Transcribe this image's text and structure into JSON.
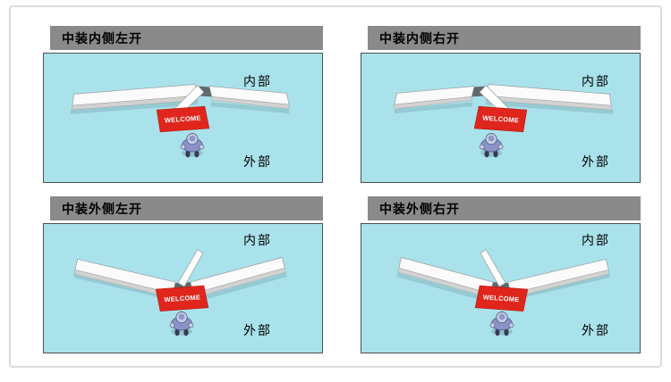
{
  "colors": {
    "frame_border": "#dcdcdc",
    "header_bg": "#8a8a8a",
    "header_text": "#000000",
    "diagram_bg": "#a9e2eb",
    "diagram_border": "#4f4f4f",
    "mat_red": "#e0261c",
    "mat_text_color": "#ffffff",
    "person_blue": "#8a92c8"
  },
  "panels": [
    {
      "title": "中装内侧左开",
      "door_type": "inner",
      "open_side": "left",
      "inner_label": "内部",
      "outer_label": "外部",
      "mat_text": "WELCOME"
    },
    {
      "title": "中装内侧右开",
      "door_type": "inner",
      "open_side": "right",
      "inner_label": "内部",
      "outer_label": "外部",
      "mat_text": "WELCOME"
    },
    {
      "title": "中装外侧左开",
      "door_type": "outer",
      "open_side": "left",
      "inner_label": "内部",
      "outer_label": "外部",
      "mat_text": "WELCOME"
    },
    {
      "title": "中装外侧右开",
      "door_type": "outer",
      "open_side": "right",
      "inner_label": "内部",
      "outer_label": "外部",
      "mat_text": "WELCOME"
    }
  ]
}
